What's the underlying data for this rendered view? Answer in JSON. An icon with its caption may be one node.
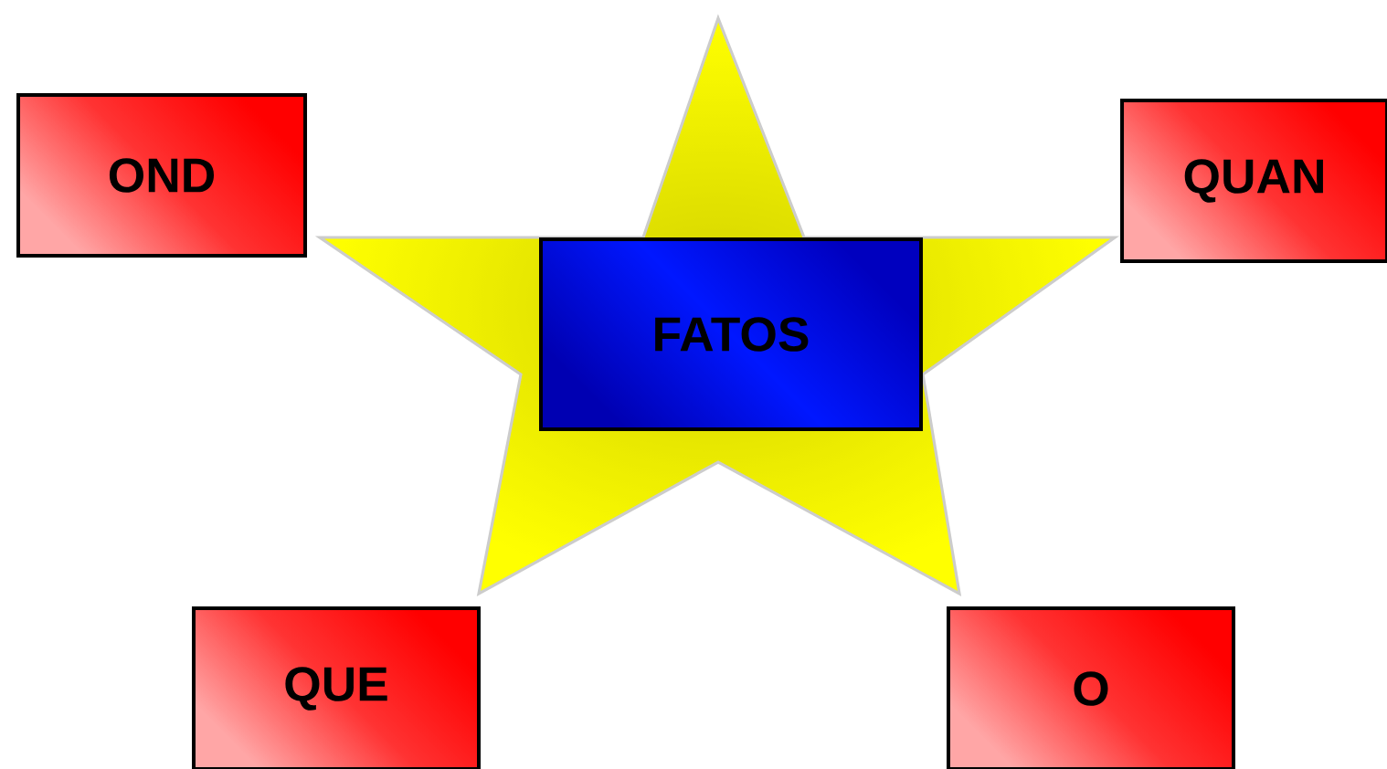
{
  "diagram": {
    "nodes": [
      {
        "text": [
          "OND"
        ]
      },
      {
        "text": [],
        "shape": "star"
      },
      {
        "text": [
          "FATOS"
        ],
        "in": 1
      },
      {
        "text": [
          "QUAN"
        ]
      },
      {
        "text": [
          "QUE"
        ]
      },
      {
        "text": [
          "O"
        ]
      }
    ]
  }
}
